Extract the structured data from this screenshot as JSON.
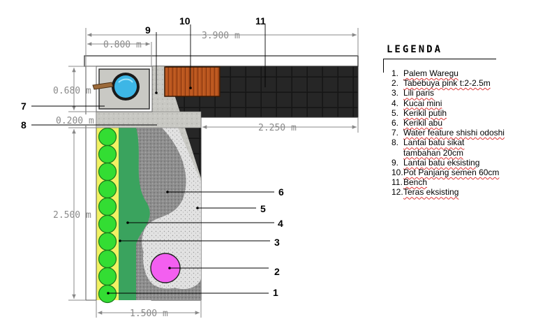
{
  "dimensions": {
    "top_left": "0.800 m",
    "top_total": "3.900 m",
    "left_top": "0.680 m",
    "left_mid": "0.200 m",
    "left_long": "2.500 m",
    "inner_right": "2.250 m",
    "bottom": "1.500 m"
  },
  "callouts": [
    "1",
    "2",
    "3",
    "4",
    "5",
    "6",
    "7",
    "8",
    "9",
    "10",
    "11"
  ],
  "legend": {
    "title": "LEGENDA",
    "items": [
      {
        "num": "1.",
        "text": "Palem Waregu"
      },
      {
        "num": "2.",
        "text": "Tabebuya pink t:2-2.5m"
      },
      {
        "num": "3.",
        "text": "Lili paris"
      },
      {
        "num": "4.",
        "text": "Kucai mini"
      },
      {
        "num": "5.",
        "text": "Kerikil putih"
      },
      {
        "num": "6.",
        "text": "Kerikil abu"
      },
      {
        "num": "7.",
        "text": "Water feature shishi odoshi"
      },
      {
        "num": "8.",
        "text": "Lantai batu sikat",
        "cont": "tambahan 20cm"
      },
      {
        "num": "9.",
        "text": "Lantai batu eksisting"
      },
      {
        "num": "10.",
        "text": "Pot Panjang semen 60cm"
      },
      {
        "num": "11.",
        "text": "Bench"
      },
      {
        "num": "12.",
        "text": "Teras eksisting"
      }
    ]
  },
  "colors": {
    "bench": "#1e1e1e",
    "pot": "#b5521d",
    "grass": "#3aa35e",
    "palm": "#33dd33",
    "lily": "#f0f060",
    "white_gravel": "#e4e4e4",
    "grey_gravel": "#8c8c8c",
    "tabebuya": "#f35ff0",
    "water": "#3db6e6"
  }
}
